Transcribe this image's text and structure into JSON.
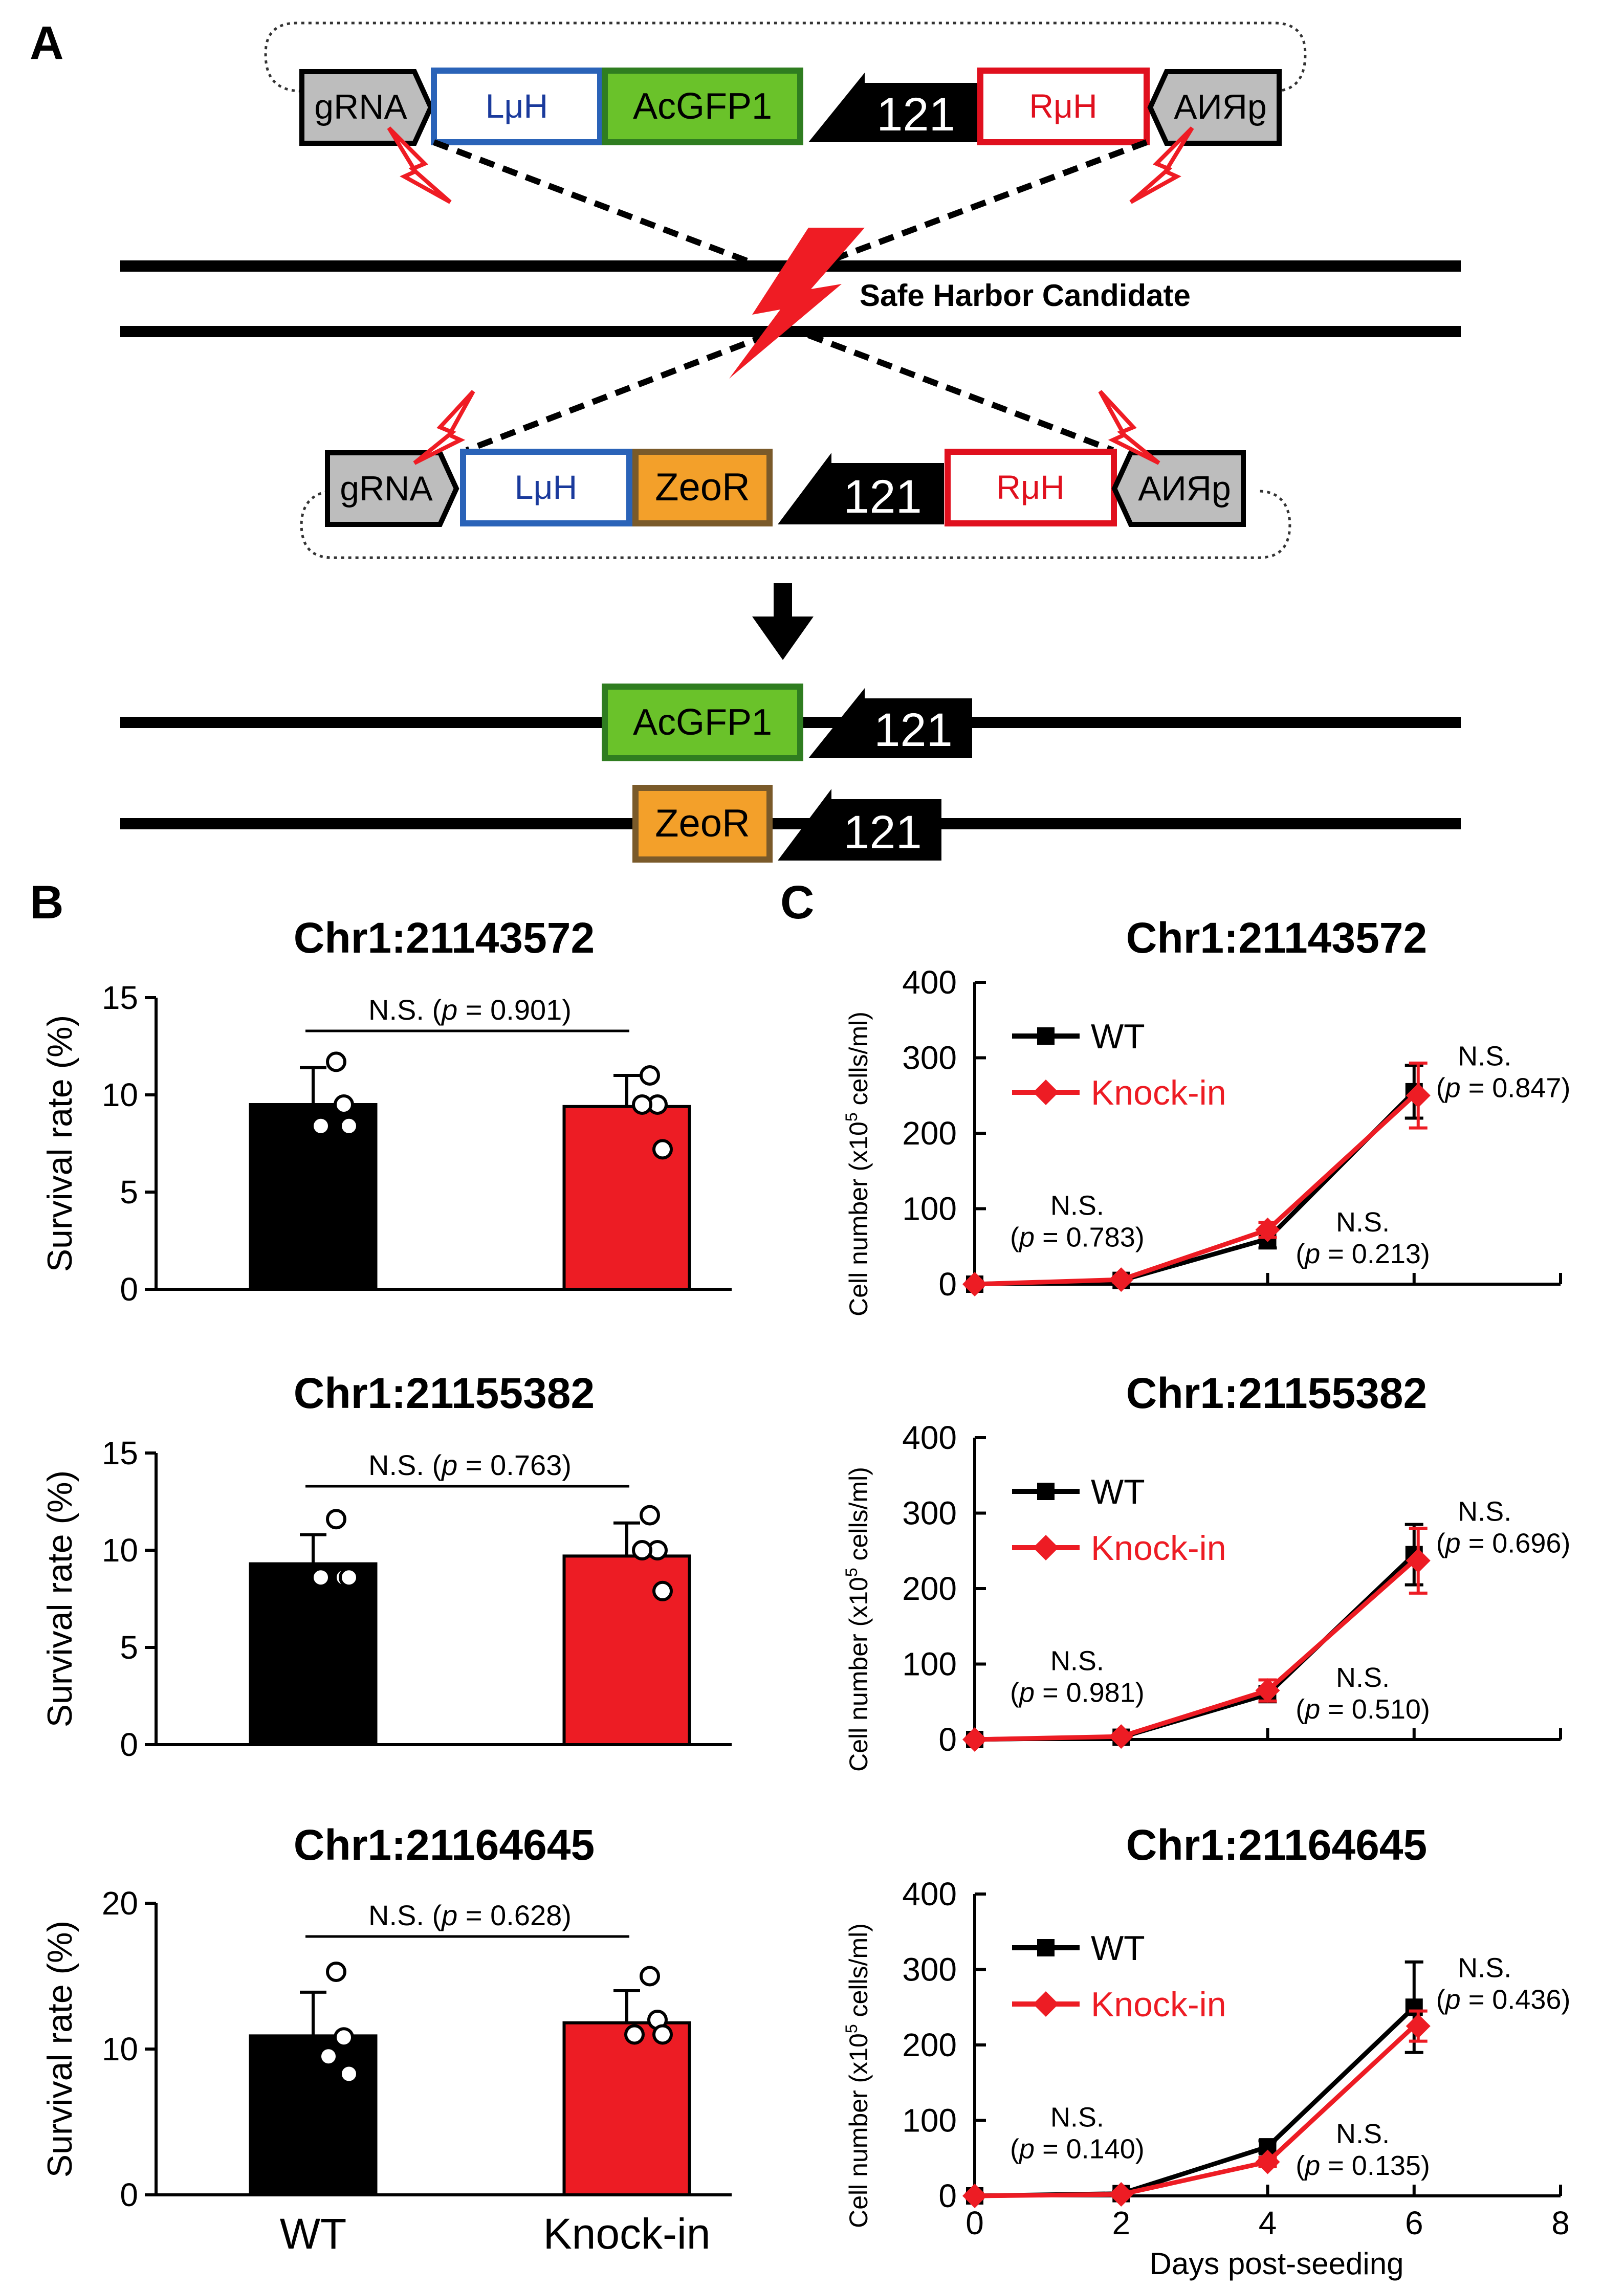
{
  "panel_labels": {
    "a": "A",
    "b": "B",
    "c": "C"
  },
  "panel_a": {
    "donor_top": {
      "grna_left": "gRNA",
      "left_arm": "LμH",
      "cassette": "AcGFP1",
      "promoter": "121",
      "right_arm": "RμH",
      "grna_right": "gRNA"
    },
    "donor_bottom": {
      "grna_left": "gRNA",
      "left_arm": "LμH",
      "cassette": "ZeoR",
      "promoter": "121",
      "right_arm": "RμH",
      "grna_right": "gRNA"
    },
    "locus_label": "Safe Harbor Candidate",
    "result_top": {
      "cassette": "AcGFP1",
      "promoter": "121"
    },
    "result_bottom": {
      "cassette": "ZeoR",
      "promoter": "121"
    },
    "colors": {
      "lh": "#2a63b8",
      "rh": "#e0101e",
      "gfp": "#6ac22a",
      "gfp_border": "#2f7d20",
      "zeo": "#f3a02a",
      "zeo_border": "#7a5a2a",
      "grna_fill": "#bdbdbd",
      "cut": "#ef1c24"
    }
  },
  "chart_data": [
    {
      "type": "bar",
      "panel": "B",
      "title": "Chr1:21143572",
      "ylabel": "Survival rate (%)",
      "ylim": [
        0,
        15
      ],
      "yticks": [
        "0",
        "5",
        "10",
        "15"
      ],
      "categories": [
        "WT",
        "Knock-in"
      ],
      "values": [
        9.5,
        9.4
      ],
      "errors": [
        1.9,
        1.6
      ],
      "points": [
        [
          11.7,
          9.5,
          8.4,
          8.4
        ],
        [
          11.0,
          9.5,
          9.5,
          7.2
        ]
      ],
      "colors": [
        "#000000",
        "#ed1c24"
      ],
      "annotation": {
        "prefix": "N.S. (",
        "p": "p",
        "suffix": " = 0.901)"
      }
    },
    {
      "type": "bar",
      "panel": "B",
      "title": "Chr1:21155382",
      "ylabel": "Survival rate (%)",
      "ylim": [
        0,
        15
      ],
      "yticks": [
        "0",
        "5",
        "10",
        "15"
      ],
      "categories": [
        "WT",
        "Knock-in"
      ],
      "values": [
        9.3,
        9.7
      ],
      "errors": [
        1.5,
        1.7
      ],
      "points": [
        [
          11.6,
          8.6,
          8.6,
          8.6
        ],
        [
          11.8,
          10.0,
          10.0,
          7.9
        ]
      ],
      "colors": [
        "#000000",
        "#ed1c24"
      ],
      "annotation": {
        "prefix": "N.S. (",
        "p": "p",
        "suffix": " = 0.763)"
      }
    },
    {
      "type": "bar",
      "panel": "B",
      "title": "Chr1:21164645",
      "ylabel": "Survival rate (%)",
      "ylim": [
        0,
        20
      ],
      "yticks": [
        "0",
        "10",
        "20"
      ],
      "categories": [
        "WT",
        "Knock-in"
      ],
      "values": [
        10.9,
        11.8
      ],
      "errors": [
        3.0,
        2.2
      ],
      "points": [
        [
          15.3,
          10.8,
          9.5,
          8.3
        ],
        [
          15.0,
          12.0,
          11.0,
          11.0
        ]
      ],
      "colors": [
        "#000000",
        "#ed1c24"
      ],
      "annotation": {
        "prefix": "N.S. (",
        "p": "p",
        "suffix": " = 0.628)"
      }
    },
    {
      "type": "line",
      "panel": "C",
      "title": "Chr1:21143572",
      "xlabel": "",
      "ylabel": "Cell number (x10",
      "ylabel_sup": "5",
      "ylabel_tail": " cells/ml)",
      "xlim": [
        0,
        8
      ],
      "ylim": [
        0,
        400
      ],
      "xticks": [],
      "yticks": [
        "0",
        "100",
        "200",
        "300",
        "400"
      ],
      "series": [
        {
          "name": "WT",
          "color": "#000000",
          "marker": "square",
          "x": [
            0,
            2,
            4,
            6
          ],
          "y": [
            0,
            5,
            60,
            255
          ],
          "err": [
            3,
            3,
            12,
            35
          ]
        },
        {
          "name": "Knock-in",
          "color": "#ed1c24",
          "marker": "diamond",
          "x": [
            0,
            2,
            4,
            6
          ],
          "y": [
            0,
            6,
            72,
            250
          ],
          "err": [
            3,
            3,
            10,
            43
          ]
        }
      ],
      "annotations": [
        {
          "l1": "N.S.",
          "l2pre": "(",
          "p": "p",
          "l2post": " = 0.783)",
          "x": 1.4,
          "y": 92,
          "align": "middle"
        },
        {
          "l1": "N.S.",
          "l2pre": "(",
          "p": "p",
          "l2post": " = 0.213)",
          "x": 5.3,
          "y": 70,
          "align": "middle"
        },
        {
          "l1": "N.S.",
          "l2pre": "(",
          "p": "p",
          "l2post": " = 0.847)",
          "x": 6.3,
          "y": 290,
          "align": "start"
        }
      ]
    },
    {
      "type": "line",
      "panel": "C",
      "title": "Chr1:21155382",
      "xlabel": "",
      "ylabel": "Cell number (x10",
      "ylabel_sup": "5",
      "ylabel_tail": " cells/ml)",
      "xlim": [
        0,
        8
      ],
      "ylim": [
        0,
        400
      ],
      "xticks": [],
      "yticks": [
        "0",
        "100",
        "200",
        "300",
        "400"
      ],
      "series": [
        {
          "name": "WT",
          "color": "#000000",
          "marker": "square",
          "x": [
            0,
            2,
            4,
            6
          ],
          "y": [
            0,
            3,
            60,
            245
          ],
          "err": [
            3,
            3,
            10,
            40
          ]
        },
        {
          "name": "Knock-in",
          "color": "#ed1c24",
          "marker": "diamond",
          "x": [
            0,
            2,
            4,
            6
          ],
          "y": [
            0,
            4,
            65,
            237
          ],
          "err": [
            3,
            3,
            14,
            43
          ]
        }
      ],
      "annotations": [
        {
          "l1": "N.S.",
          "l2pre": "(",
          "p": "p",
          "l2post": " = 0.981)",
          "x": 1.4,
          "y": 92,
          "align": "middle"
        },
        {
          "l1": "N.S.",
          "l2pre": "(",
          "p": "p",
          "l2post": " = 0.510)",
          "x": 5.3,
          "y": 70,
          "align": "middle"
        },
        {
          "l1": "N.S.",
          "l2pre": "(",
          "p": "p",
          "l2post": " = 0.696)",
          "x": 6.3,
          "y": 290,
          "align": "start"
        }
      ]
    },
    {
      "type": "line",
      "panel": "C",
      "title": "Chr1:21164645",
      "xlabel": "Days post-seeding",
      "ylabel": "Cell number (x10",
      "ylabel_sup": "5",
      "ylabel_tail": " cells/ml)",
      "xlim": [
        0,
        8
      ],
      "ylim": [
        0,
        400
      ],
      "xticks": [
        "0",
        "2",
        "4",
        "6",
        "8"
      ],
      "yticks": [
        "0",
        "100",
        "200",
        "300",
        "400"
      ],
      "series": [
        {
          "name": "WT",
          "color": "#000000",
          "marker": "square",
          "x": [
            0,
            2,
            4,
            6
          ],
          "y": [
            0,
            3,
            65,
            250
          ],
          "err": [
            3,
            3,
            8,
            60
          ]
        },
        {
          "name": "Knock-in",
          "color": "#ed1c24",
          "marker": "diamond",
          "x": [
            0,
            2,
            4,
            6
          ],
          "y": [
            0,
            2,
            45,
            225
          ],
          "err": [
            3,
            3,
            6,
            20
          ]
        }
      ],
      "annotations": [
        {
          "l1": "N.S.",
          "l2pre": "(",
          "p": "p",
          "l2post": " = 0.140)",
          "x": 1.4,
          "y": 92,
          "align": "middle"
        },
        {
          "l1": "N.S.",
          "l2pre": "(",
          "p": "p",
          "l2post": " = 0.135)",
          "x": 5.3,
          "y": 70,
          "align": "middle"
        },
        {
          "l1": "N.S.",
          "l2pre": "(",
          "p": "p",
          "l2post": " = 0.436)",
          "x": 6.3,
          "y": 290,
          "align": "start"
        }
      ]
    }
  ]
}
